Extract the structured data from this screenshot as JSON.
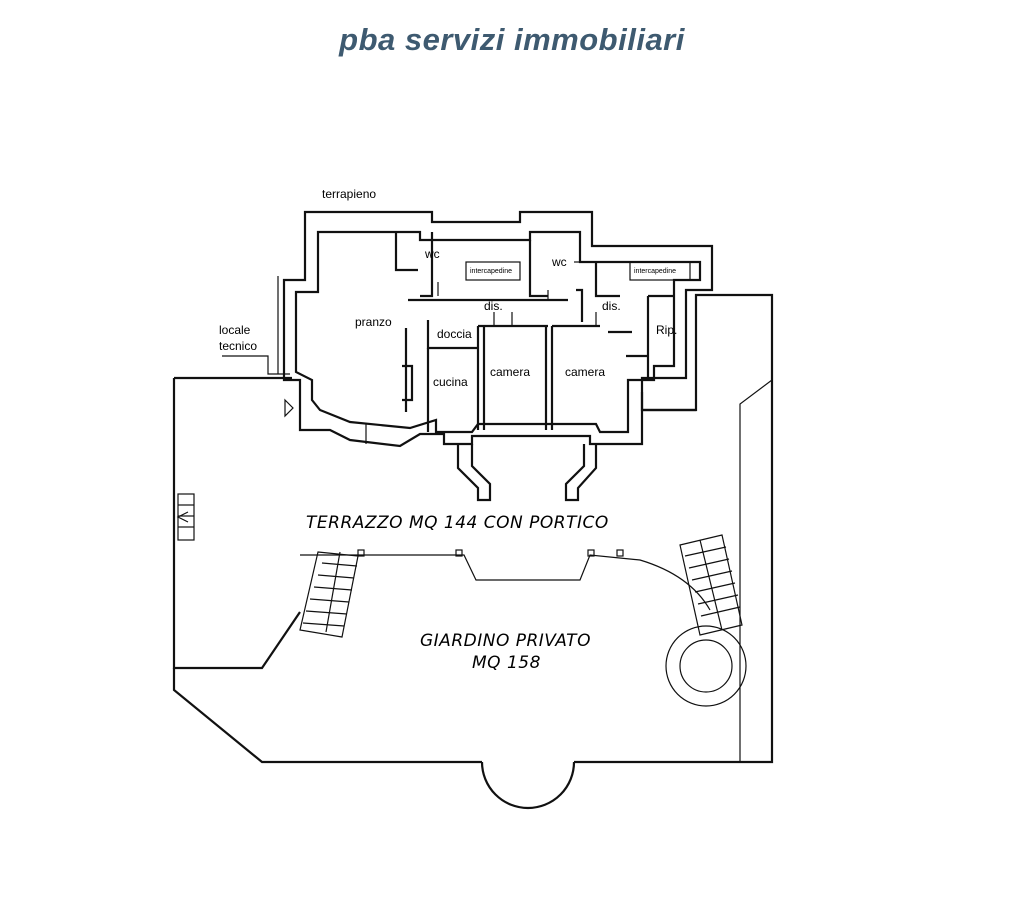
{
  "brand": "pba servizi immobiliari",
  "labels": {
    "terrapieno": "terrapieno",
    "locale": "locale",
    "tecnico": "tecnico",
    "wc1": "wc",
    "wc2": "wc",
    "intercapedine1": "intercapedine",
    "intercapedine2": "intercapedine",
    "pranzo": "pranzo",
    "dis1": "dis.",
    "dis2": "dis.",
    "doccia": "doccia",
    "rip": "Rip.",
    "cucina": "cucina",
    "camera1": "camera",
    "camera2": "camera",
    "terrazzo": "TERRAZZO MQ 144 CON PORTICO",
    "giardino1": "GIARDINO PRIVATO",
    "giardino2": "MQ 158"
  }
}
